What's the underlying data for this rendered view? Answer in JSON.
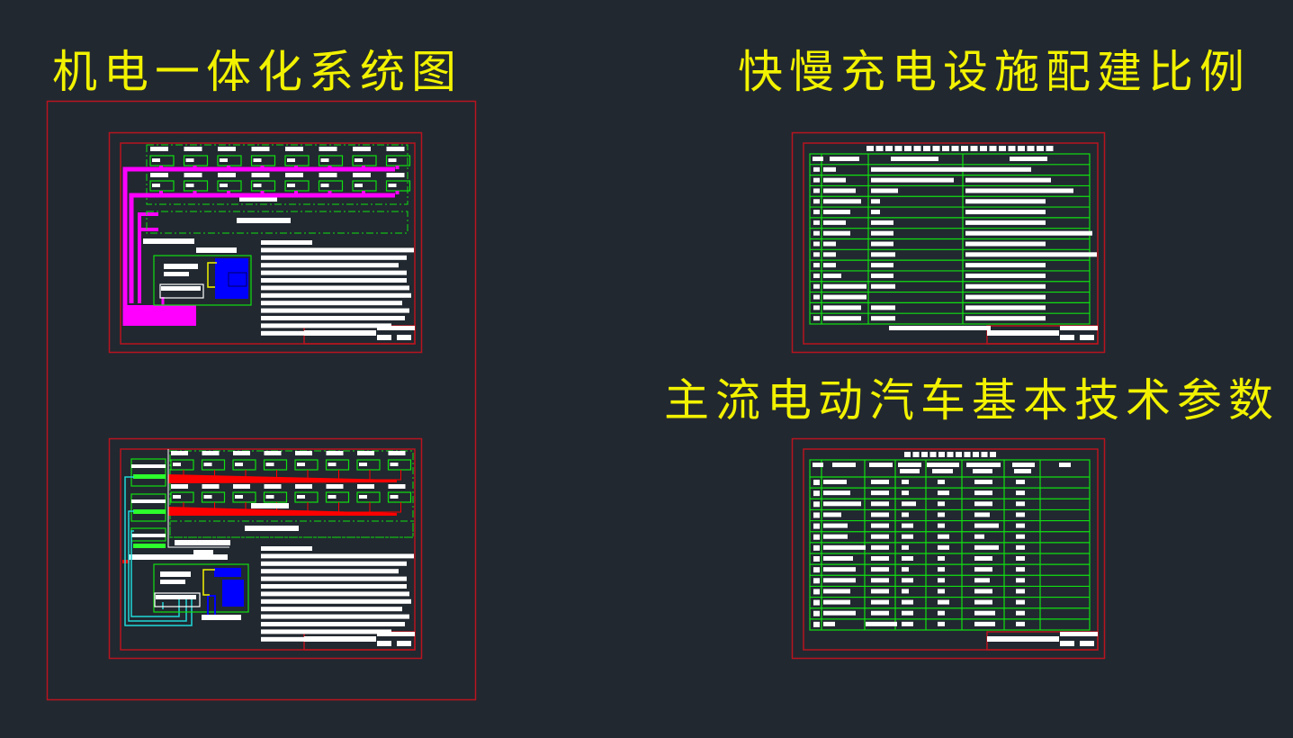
{
  "drawings": {
    "system_diagram_title": "机电一体化系统图",
    "charging_ratio_title": "快慢充电设施配建比例",
    "ev_parameters_title": "主流电动汽车基本技术参数"
  },
  "colors": {
    "background": "#212830",
    "title_text": "#f2f200",
    "frame_red": "#b8141f",
    "line_green": "#10e010",
    "cable_magenta": "#ff00ff",
    "cable_red": "#ff0000",
    "cable_cyan": "#20d8d8",
    "equipment_blue": "#0000ff",
    "text_white": "#ffffff"
  }
}
